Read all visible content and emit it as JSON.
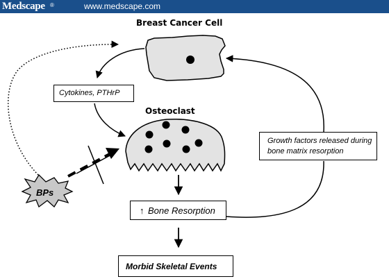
{
  "header": {
    "brand": "Medscape",
    "brand_mark": "®",
    "url": "www.medscape.com"
  },
  "diagram": {
    "breast_cancer_cell_label": "Breast Cancer Cell",
    "osteoclast_label": "Osteoclast",
    "cytokines_label": "Cytokines, PTHrP",
    "growth_factors_line1": "Growth factors released during",
    "growth_factors_line2": "bone matrix resorption",
    "bone_resorption_arrow": "↑",
    "bone_resorption_label": "Bone Resorption",
    "morbid_events_label": "Morbid Skeletal Events",
    "bps_label": "BPs"
  },
  "colors": {
    "header_bg": "#1a4f8b",
    "cell_fill": "#e3e3e3",
    "bps_fill": "#c8c8c8"
  }
}
